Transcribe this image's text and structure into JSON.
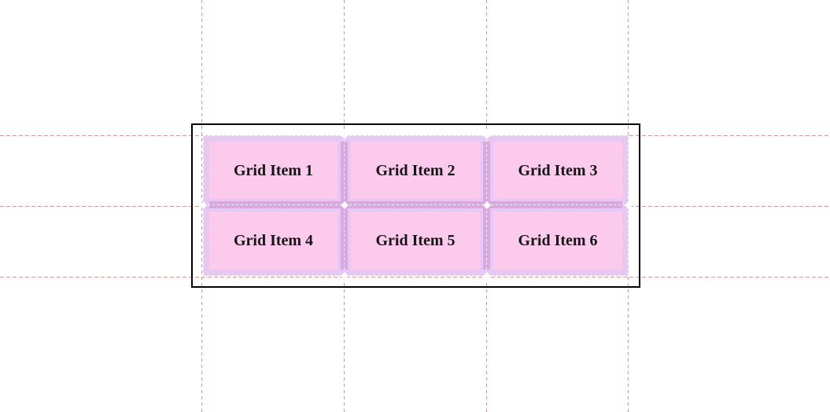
{
  "grid": {
    "columns": 3,
    "rows": 2,
    "items": [
      {
        "label": "Grid Item 1"
      },
      {
        "label": "Grid Item 2"
      },
      {
        "label": "Grid Item 3"
      },
      {
        "label": "Grid Item 4"
      },
      {
        "label": "Grid Item 5"
      },
      {
        "label": "Grid Item 6"
      }
    ]
  },
  "colors": {
    "page_bg": "#ffffff",
    "container_border": "#000000",
    "track_bg": "#e6c9f2",
    "gap_stripe": "#d9a8e0",
    "item_bg": "#fccaed",
    "item_text": "#151515",
    "extension_line": "#cc9999",
    "gap_line": "#ffffff"
  }
}
